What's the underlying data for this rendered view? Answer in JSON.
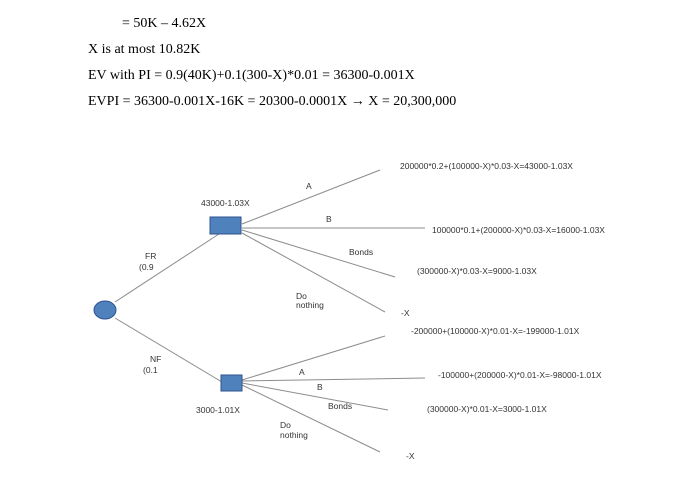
{
  "text_lines": [
    "= 50K – 4.62X",
    "X is at most 10.82K",
    "EV with PI = 0.9(40K)+0.1(300-X)*0.01 = 36300-0.001X",
    "EVPI = 36300-0.001X-16K = 20300-0.0001X → X = 20,300,000"
  ],
  "tree": {
    "fr_label": "FR",
    "fr_prob": "(0.9",
    "nf_label": "NF",
    "nf_prob": "(0.1",
    "upper_node_value": "43000-1.03X",
    "lower_node_value": "3000-1.01X",
    "upper_branches": {
      "a": "A",
      "b": "B",
      "bonds": "Bonds",
      "do_nothing_1": "Do",
      "do_nothing_2": "nothing"
    },
    "lower_branches": {
      "a": "A",
      "b": "B",
      "bonds": "Bonds",
      "do_nothing_1": "Do",
      "do_nothing_2": "nothing"
    },
    "upper_payoffs": {
      "a": "200000*0.2+(100000-X)*0.03-X=43000-1.03X",
      "b": "100000*0.1+(200000-X)*0.03-X=16000-1.03X",
      "bonds": "(300000-X)*0.03-X=9000-1.03X",
      "none": "-X"
    },
    "lower_payoffs": {
      "a": "-200000+(100000-X)*0.01-X=-199000-1.01X",
      "b": "-100000+(200000-X)*0.01-X=-98000-1.01X",
      "bonds": "(300000-X)*0.01-X=3000-1.01X",
      "none": "-X"
    },
    "node_color": "#4f81bd",
    "node_border": "#2f528f"
  }
}
